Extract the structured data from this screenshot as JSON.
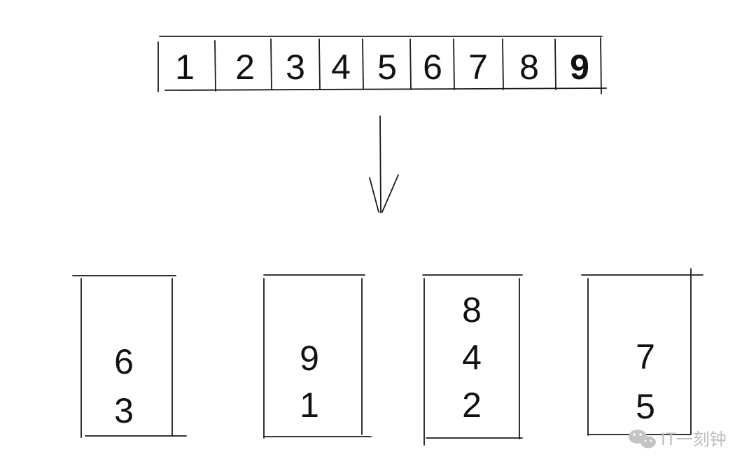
{
  "array": {
    "cells": [
      "1",
      "2",
      "3",
      "4",
      "5",
      "6",
      "7",
      "8",
      "9"
    ],
    "emphasized_cell": "9"
  },
  "arrow": {
    "direction": "down",
    "icon": "down-arrow-icon"
  },
  "buckets": [
    {
      "items": [
        "6",
        "3"
      ]
    },
    {
      "items": [
        "9",
        "1"
      ]
    },
    {
      "items": [
        "8",
        "4",
        "2"
      ]
    },
    {
      "items": [
        "7",
        "5"
      ]
    }
  ],
  "watermark": {
    "text": "IT一刻钟",
    "icon": "wechat-icon"
  }
}
